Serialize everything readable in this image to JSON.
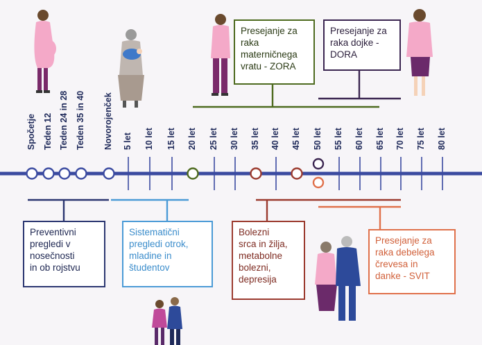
{
  "timeline": {
    "labels": [
      "Spočetje",
      "Teden 12",
      "Teden 24 in 28",
      "Teden 35 in 40",
      "Novorojenček",
      "5 let",
      "10 let",
      "15 let",
      "20 let",
      "25 let",
      "30 let",
      "35 let",
      "40 let",
      "45 let",
      "50 let",
      "55 let",
      "60 let",
      "65 let",
      "70 let",
      "75 let",
      "80 let"
    ],
    "axis_color": "#3a4aa0"
  },
  "programs": {
    "zora": {
      "lines": [
        "Presejanje za",
        "raka",
        "materničnega",
        "vratu - ZORA"
      ],
      "color": "#4d6a1e"
    },
    "dora": {
      "lines": [
        "Presejanje za",
        "raka dojke -",
        "DORA"
      ],
      "color": "#3a2550"
    },
    "preventivni": {
      "lines": [
        "Preventivni",
        "pregledi v",
        "nosečnosti",
        "in ob rojstvu"
      ],
      "color": "#2a3570"
    },
    "sistematicni": {
      "lines": [
        "Sistematični",
        "pregledi otrok,",
        "mladine in",
        "študentov"
      ],
      "color": "#4a9ad6"
    },
    "srce": {
      "lines": [
        "Bolezni",
        "srca in žilja,",
        "metabolne",
        "bolezni,",
        "depresija"
      ],
      "color": "#9b3a2e"
    },
    "svit": {
      "lines": [
        "Presejanje za",
        "raka debelega",
        "črevesa in",
        "danke - SVIT"
      ],
      "color": "#e0704a"
    }
  },
  "figures": [
    "pregnant-woman-figure",
    "grandmother-with-baby-figure",
    "young-woman-figure",
    "woman-figure",
    "older-couple-figure",
    "young-couple-figure"
  ]
}
